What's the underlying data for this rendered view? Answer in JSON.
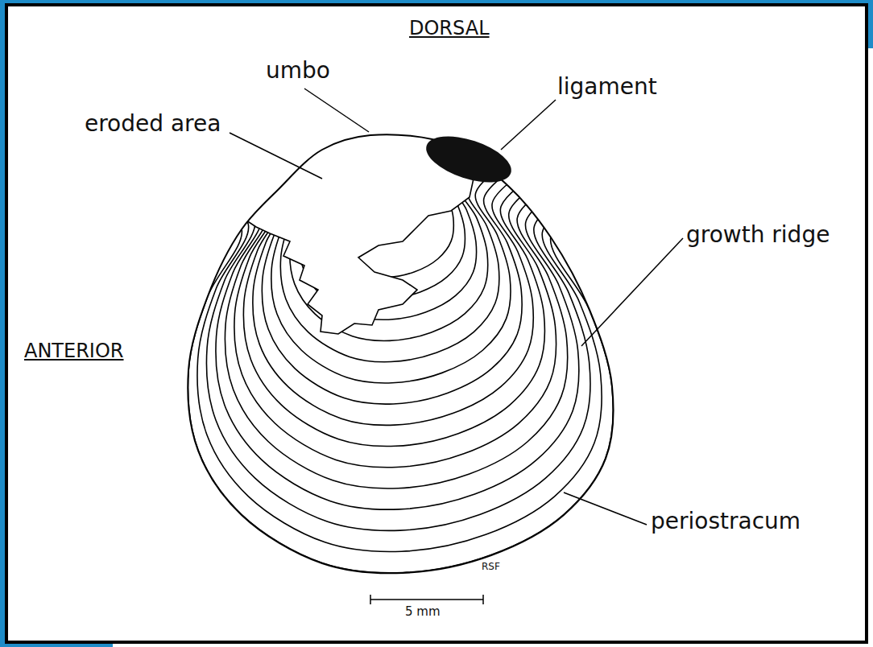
{
  "diagram": {
    "labels": [
      "DORSAL",
      "umbo",
      "eroded area",
      "ligament",
      "growth ridge",
      "ANTERIOR",
      "periostracum",
      "RSF",
      "5 mm"
    ]
  }
}
